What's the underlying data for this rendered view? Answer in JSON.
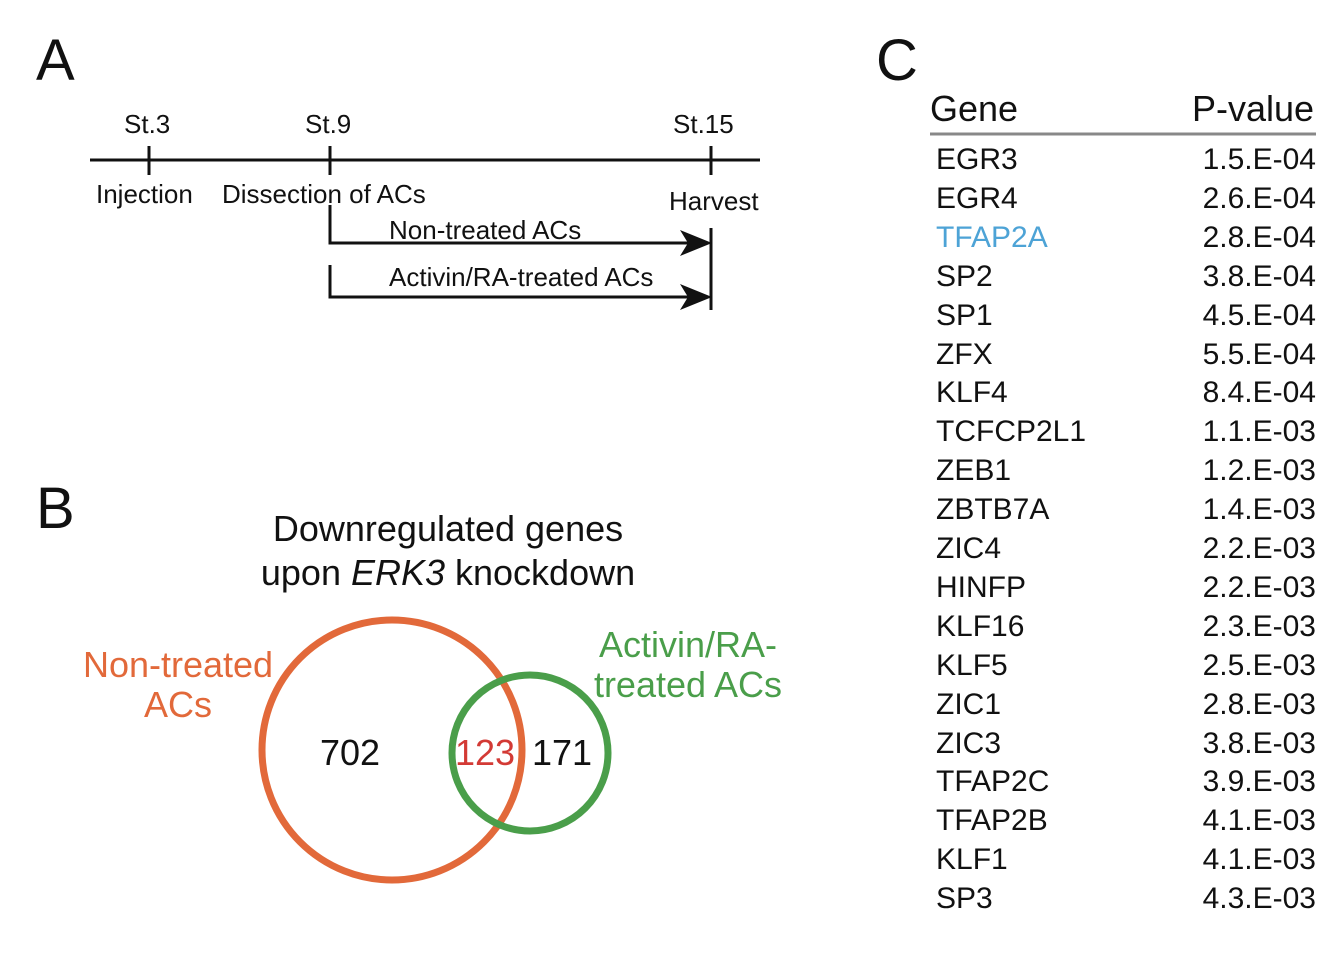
{
  "panels": {
    "a": "A",
    "b": "B",
    "c": "C"
  },
  "timeline": {
    "stages": [
      "St.3",
      "St.9",
      "St.15"
    ],
    "events": [
      "Injection",
      "Dissection of ACs",
      "Harvest"
    ],
    "arrows": [
      "Non-treated ACs",
      "Activin/RA-treated ACs"
    ]
  },
  "venn": {
    "title_line1": "Downregulated genes",
    "title_line2_pre": "upon ",
    "title_line2_italic": "ERK3",
    "title_line2_post": " knockdown",
    "left_label_1": "Non-treated",
    "left_label_2": "ACs",
    "right_label_1": "Activin/RA-",
    "right_label_2": "treated ACs",
    "left_only": "702",
    "overlap": "123",
    "right_only": "171",
    "colors": {
      "left": "#e2693a",
      "right": "#4a9e4a",
      "overlap": "#d33a35"
    }
  },
  "table": {
    "headers": {
      "gene": "Gene",
      "pvalue": "P-value"
    },
    "highlight_color": "#4da3d6",
    "rows": [
      {
        "gene": "EGR3",
        "p": "1.5.E-04"
      },
      {
        "gene": "EGR4",
        "p": "2.6.E-04"
      },
      {
        "gene": "TFAP2A",
        "p": "2.8.E-04"
      },
      {
        "gene": "SP2",
        "p": "3.8.E-04"
      },
      {
        "gene": "SP1",
        "p": "4.5.E-04"
      },
      {
        "gene": "ZFX",
        "p": "5.5.E-04"
      },
      {
        "gene": "KLF4",
        "p": "8.4.E-04"
      },
      {
        "gene": "TCFCP2L1",
        "p": "1.1.E-03"
      },
      {
        "gene": "ZEB1",
        "p": "1.2.E-03"
      },
      {
        "gene": "ZBTB7A",
        "p": "1.4.E-03"
      },
      {
        "gene": "ZIC4",
        "p": "2.2.E-03"
      },
      {
        "gene": "HINFP",
        "p": "2.2.E-03"
      },
      {
        "gene": "KLF16",
        "p": "2.3.E-03"
      },
      {
        "gene": "KLF5",
        "p": "2.5.E-03"
      },
      {
        "gene": "ZIC1",
        "p": "2.8.E-03"
      },
      {
        "gene": "ZIC3",
        "p": "3.8.E-03"
      },
      {
        "gene": "TFAP2C",
        "p": "3.9.E-03"
      },
      {
        "gene": "TFAP2B",
        "p": "4.1.E-03"
      },
      {
        "gene": "KLF1",
        "p": "4.1.E-03"
      },
      {
        "gene": "SP3",
        "p": "4.3.E-03"
      }
    ]
  }
}
